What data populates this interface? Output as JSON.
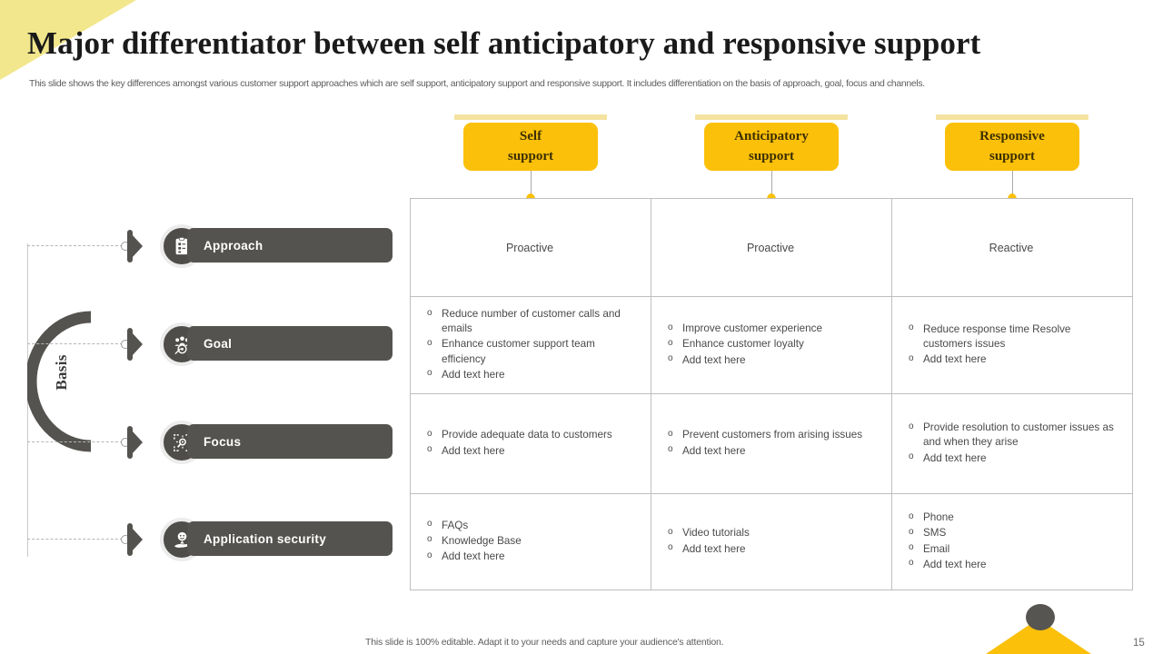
{
  "slide": {
    "title": "Major differentiator between self anticipatory and responsive support",
    "subtitle": "This slide shows the key differences amongst various customer support approaches which are self support, anticipatory support and responsive support. It includes differentiation on the basis of approach, goal, focus and channels.",
    "footer_note": "This slide is 100% editable. Adapt it to your needs and capture your audience's attention.",
    "page_number": "15"
  },
  "colors": {
    "accent_yellow": "#fbc00a",
    "light_yellow": "#f2e78c",
    "cap_yellow": "#f4e2a0",
    "dark_gray": "#55534f",
    "icon_circle": "#4f4d49",
    "border_gray": "#bfbfbf",
    "text_gray": "#4a4a4a"
  },
  "basis": {
    "label": "Basis"
  },
  "rows": [
    {
      "label": "Approach",
      "icon": "clipboard-checklist-icon"
    },
    {
      "label": "Goal",
      "icon": "team-target-icon"
    },
    {
      "label": "Focus",
      "icon": "focus-magnifier-icon"
    },
    {
      "label": "Application security",
      "icon": "hand-user-shield-icon"
    }
  ],
  "columns": [
    {
      "line1": "Self",
      "line2": "support"
    },
    {
      "line1": "Anticipatory",
      "line2": "support"
    },
    {
      "line1": "Responsive",
      "line2": "support"
    }
  ],
  "table": {
    "rows": [
      {
        "type": "single",
        "cells": [
          "Proactive",
          "Proactive",
          "Reactive"
        ]
      },
      {
        "type": "list",
        "cells": [
          [
            "Reduce number of customer calls and emails",
            "Enhance customer support team efficiency",
            "Add text here"
          ],
          [
            "Improve  customer experience",
            "Enhance customer loyalty",
            "Add text here"
          ],
          [
            "Reduce response time Resolve customers issues",
            "Add text here"
          ]
        ]
      },
      {
        "type": "list",
        "cells": [
          [
            "Provide  adequate data to customers",
            "Add text here"
          ],
          [
            "Prevent  customers from  arising issues",
            "Add text here"
          ],
          [
            "Provide  resolution to customer issues as and when  they arise",
            "Add text here"
          ]
        ]
      },
      {
        "type": "list",
        "cells": [
          [
            "FAQs",
            "Knowledge  Base",
            "Add text here"
          ],
          [
            "Video tutorials",
            "Add text here"
          ],
          [
            "Phone",
            "SMS",
            "Email",
            "Add text here"
          ]
        ]
      }
    ]
  }
}
